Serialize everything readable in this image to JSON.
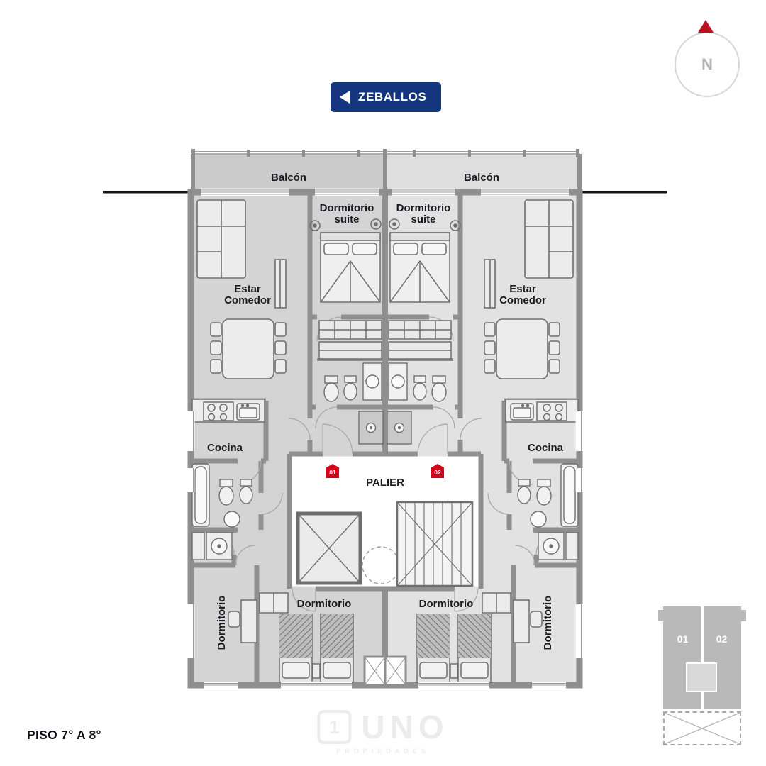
{
  "header": {
    "street_sign": "ZEBALLOS",
    "compass_n": "N"
  },
  "plan": {
    "labels": {
      "balcony": "Balcón",
      "suite_line1": "Dormitorio",
      "suite_line2": "suite",
      "living_line1": "Estar",
      "living_line2": "Comedor",
      "kitchen": "Cocina",
      "hall": "PALIER",
      "bedroom": "Dormitorio"
    },
    "unit_badges": [
      {
        "id": "01"
      },
      {
        "id": "02"
      }
    ]
  },
  "keyplan": {
    "unit_left": "01",
    "unit_right": "02"
  },
  "footer": {
    "floor_label": "PISO 7° A 8°"
  },
  "watermark": {
    "icon_digit": "1",
    "brand": "UNO",
    "subtitle": "PROPIEDADES"
  },
  "colors": {
    "accent_red": "#d6001c",
    "sign_blue": "#15357e",
    "wall_gray": "#8f8f8f",
    "floor_left": "#d4d4d4",
    "floor_right": "#e2e2e2"
  }
}
